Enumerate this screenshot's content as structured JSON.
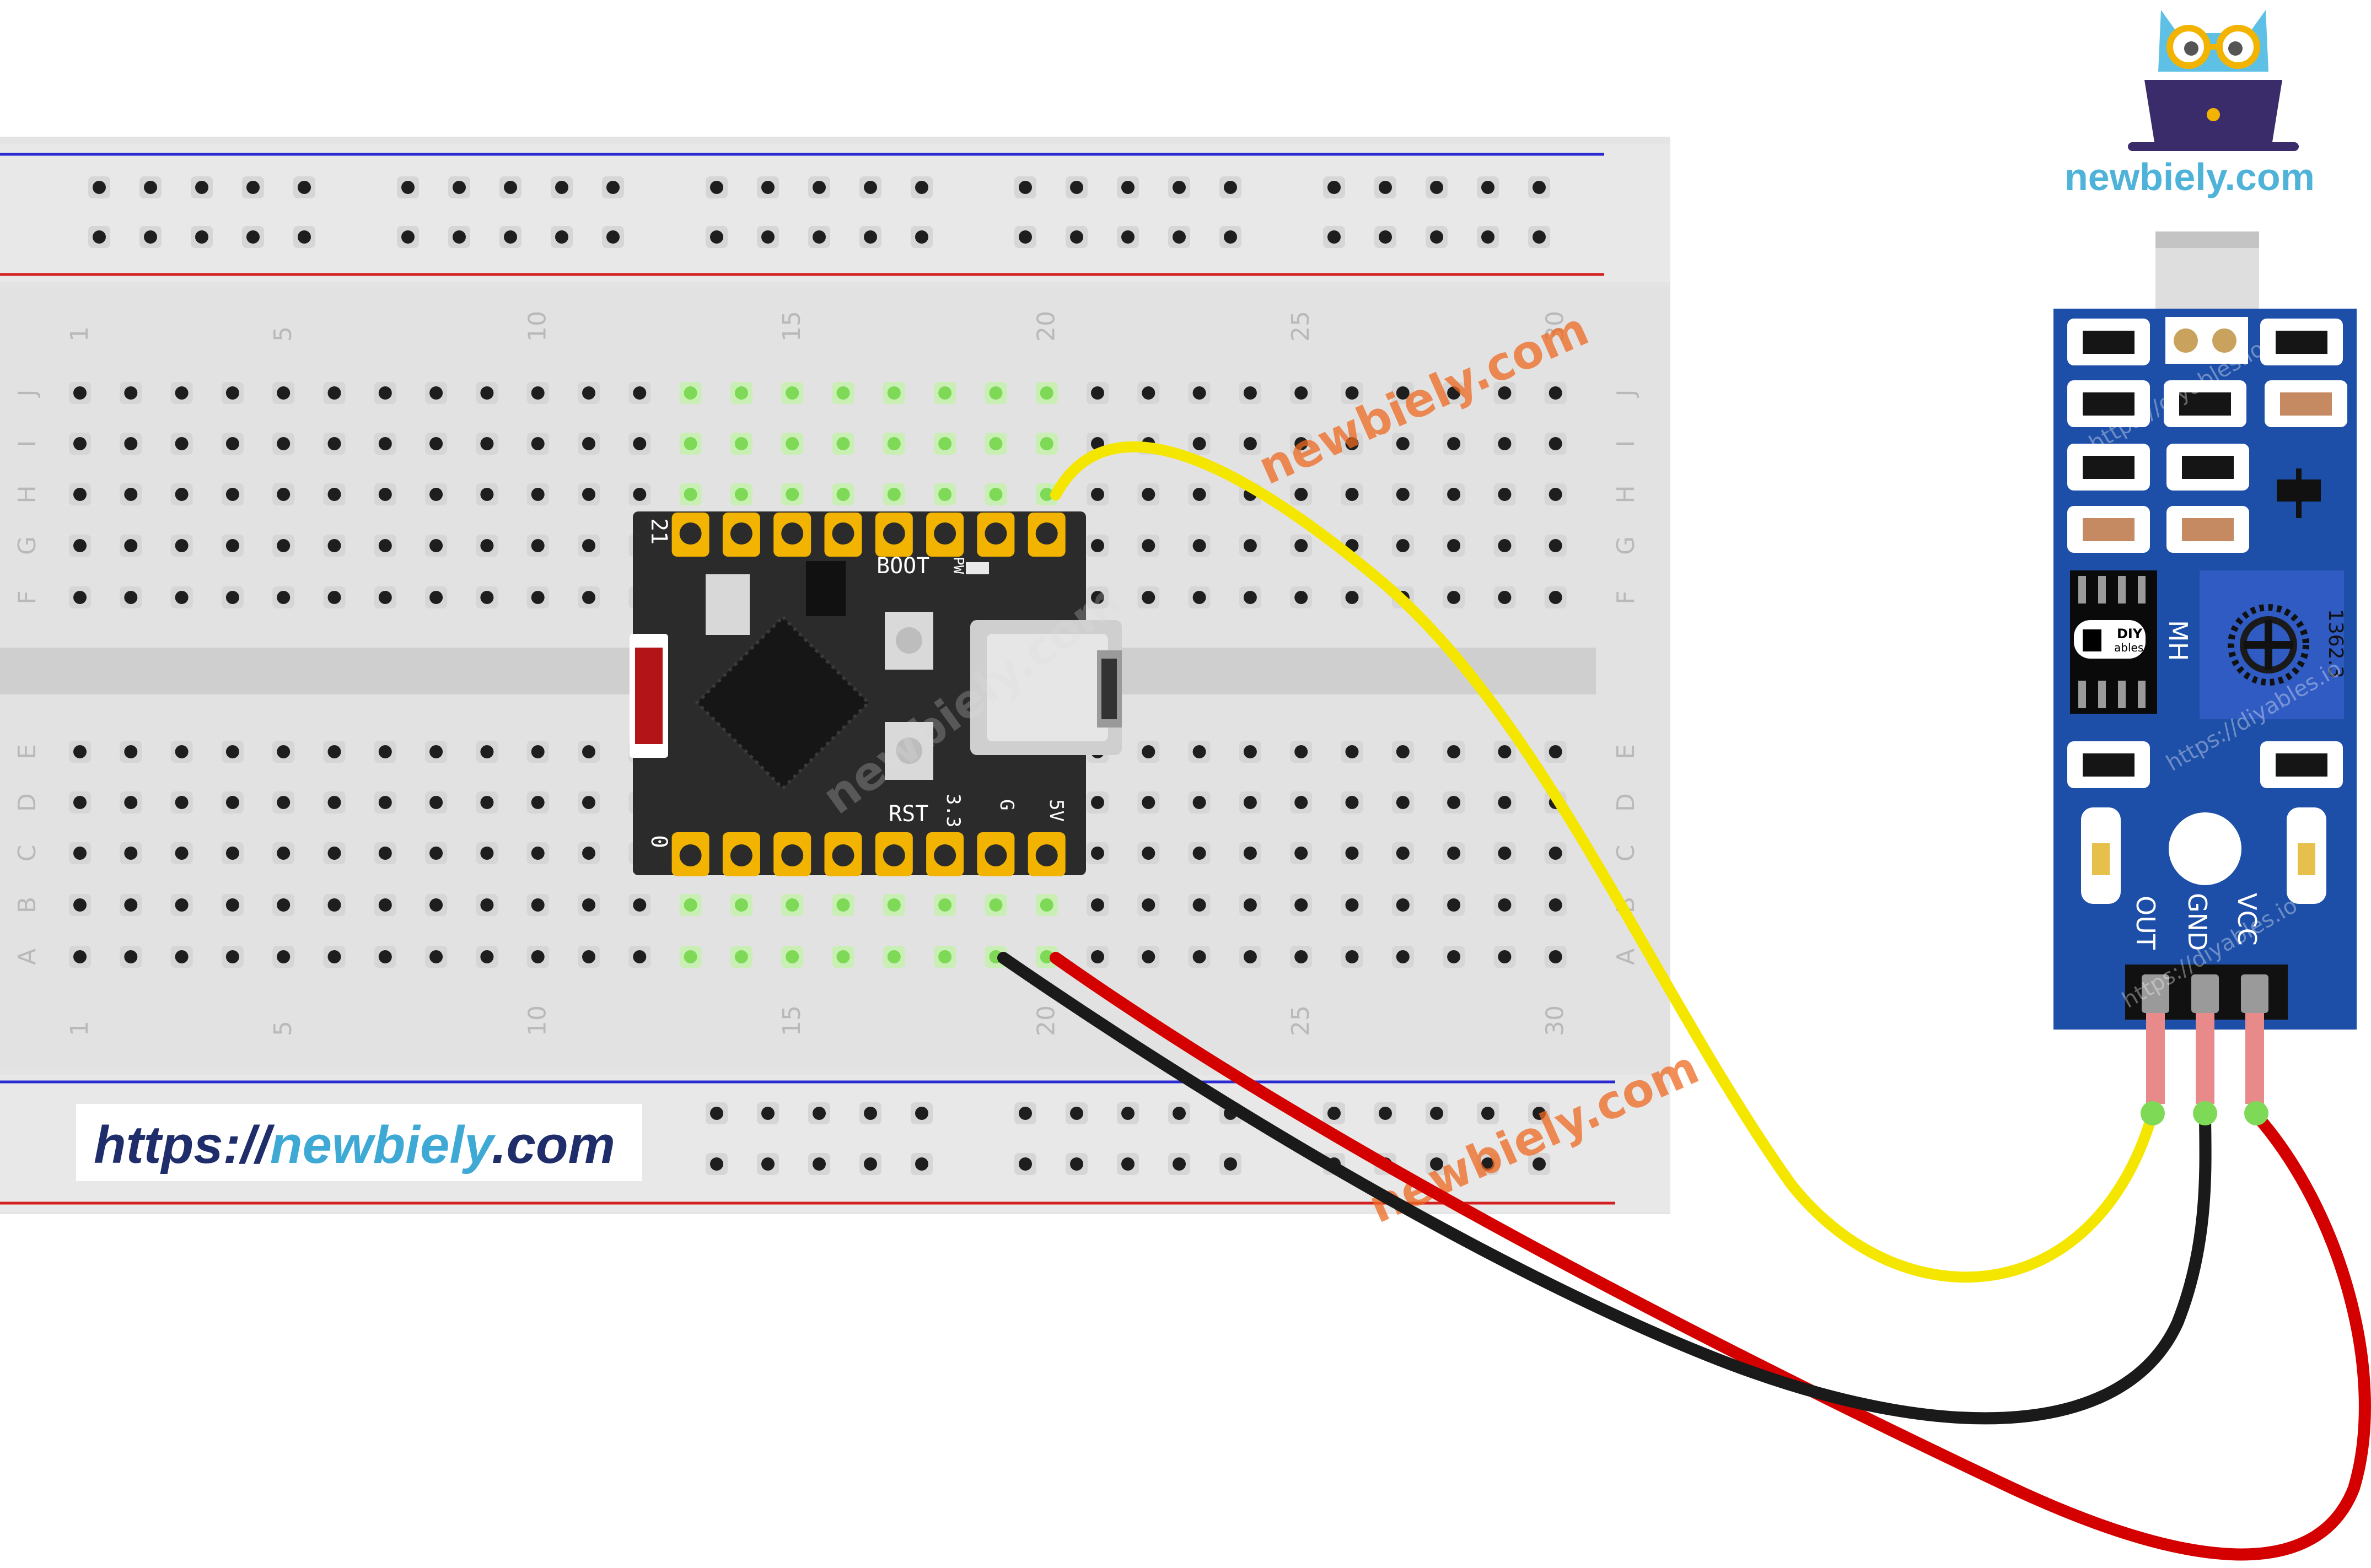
{
  "brand": {
    "site": "newbiely.com",
    "url_prefix": "https://",
    "url_name": "newbiely",
    "url_suffix": ".com",
    "watermark": "newbiely.com",
    "module_watermark": "https://diyables.io"
  },
  "breadboard": {
    "columns": 30,
    "column_numbers": [
      "1",
      "5",
      "10",
      "15",
      "20",
      "25",
      "30"
    ],
    "top_rows": [
      "J",
      "I",
      "H",
      "G",
      "F"
    ],
    "bottom_rows": [
      "E",
      "D",
      "C",
      "B",
      "A"
    ]
  },
  "microcontroller": {
    "label_boot": "BOOT",
    "label_pw": "PW",
    "label_rst": "RST",
    "label_33": "3.3",
    "label_g": "G",
    "label_5v": "5V",
    "label_21": "21",
    "label_0": "0"
  },
  "sensor": {
    "label_mh": "MH",
    "label_diy": "DIY",
    "label_ables": "ables",
    "label_pot": "1362.3",
    "pin_out": "OUT",
    "pin_gnd": "GND",
    "pin_vcc": "VCC"
  },
  "colors": {
    "wire_signal": "#f5e600",
    "wire_ground": "#1a1a1a",
    "wire_power": "#d40000",
    "module_blue": "#1d4fa8",
    "board_black": "#2b2b2b",
    "gold": "#f2b400",
    "active_hole": "#7ed957"
  }
}
